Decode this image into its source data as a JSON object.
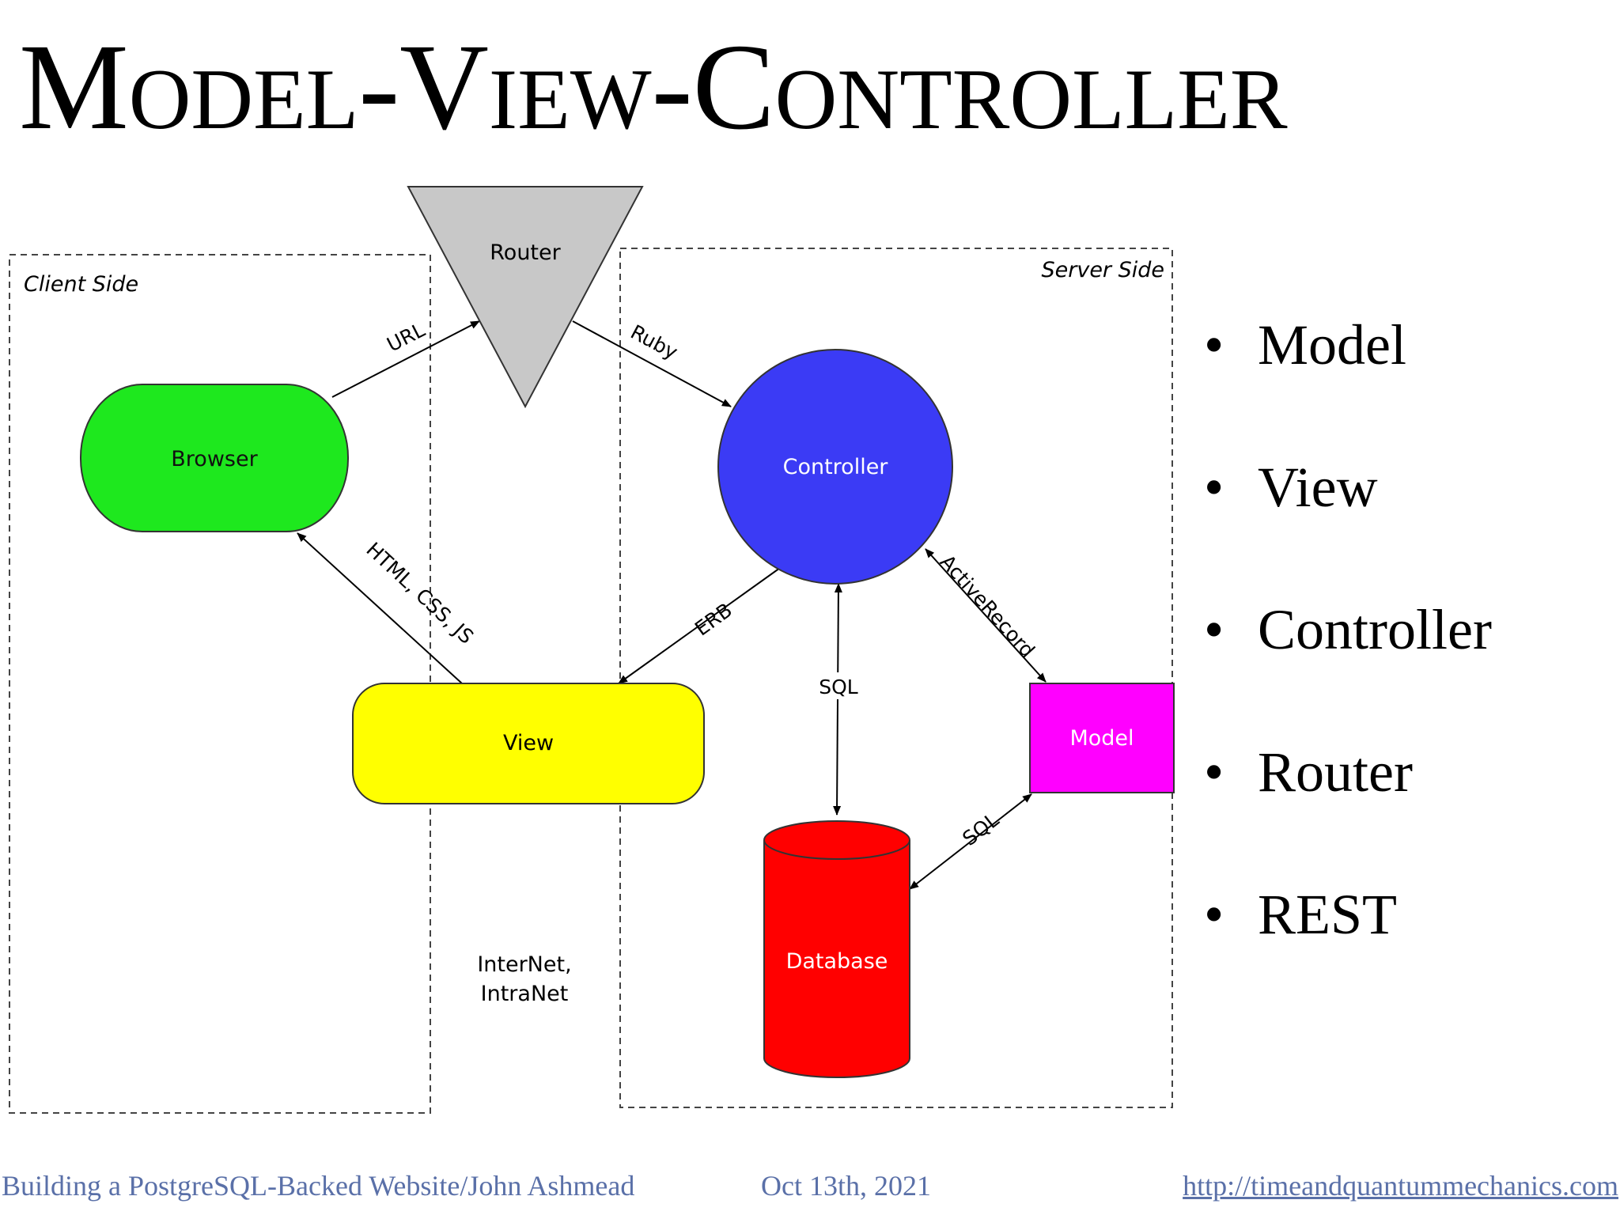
{
  "title": "Model-View-Controller",
  "diagram": {
    "client_side_label": "Client Side",
    "server_side_label": "Server Side",
    "router": "Router",
    "browser": "Browser",
    "controller": "Controller",
    "view": "View",
    "model": "Model",
    "database": "Database",
    "network_line1": "InterNet,",
    "network_line2": "IntraNet",
    "edges": {
      "url": "URL",
      "ruby": "Ruby",
      "html_css_js": "HTML, CSS, JS",
      "erb": "ERB",
      "sql_controller_db": "SQL",
      "activerecord": "ActiveRecord",
      "sql_model_db": "SQL"
    },
    "colors": {
      "router": "#c8c8c8",
      "browser": "#1ee81e",
      "controller": "#3b3bf5",
      "view": "#ffff00",
      "model": "#ff00ff",
      "database": "#ff0000"
    }
  },
  "bullets": [
    "Model",
    "View",
    "Controller",
    "Router",
    "REST"
  ],
  "footer": {
    "left": "Building a PostgreSQL-Backed Website/John Ashmead",
    "date": "Oct 13th, 2021",
    "link": "http://timeandquantummechanics.com"
  }
}
